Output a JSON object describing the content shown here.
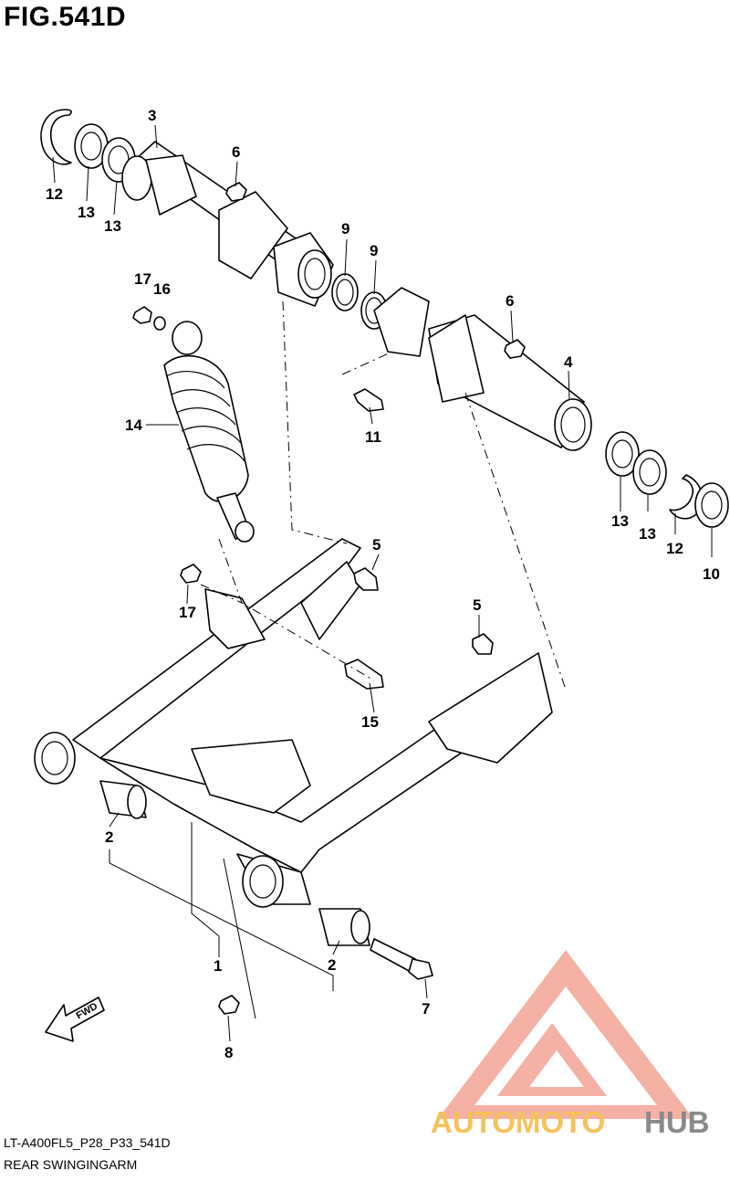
{
  "title": "FIG.541D",
  "footer": {
    "code": "LT-A400FL5_P28_P33_541D",
    "description": "REAR SWINGINGARM"
  },
  "fwd_label": "FWD",
  "watermark": {
    "part1": "AUTOMOTO",
    "part2": "HUB",
    "color_primary": "#f3a99a",
    "color_secondary": "#f6c25a",
    "color_tertiary": "#8a8a8a"
  },
  "callouts": {
    "c1": "1",
    "c2a": "2",
    "c2b": "2",
    "c3": "3",
    "c4": "4",
    "c5a": "5",
    "c5b": "5",
    "c6a": "6",
    "c6b": "6",
    "c7": "7",
    "c8": "8",
    "c9a": "9",
    "c9b": "9",
    "c10": "10",
    "c11": "11",
    "c12a": "12",
    "c12b": "12",
    "c13a": "13",
    "c13b": "13",
    "c13c": "13",
    "c13d": "13",
    "c14": "14",
    "c15": "15",
    "c16": "16",
    "c17a": "17",
    "c17b": "17"
  }
}
